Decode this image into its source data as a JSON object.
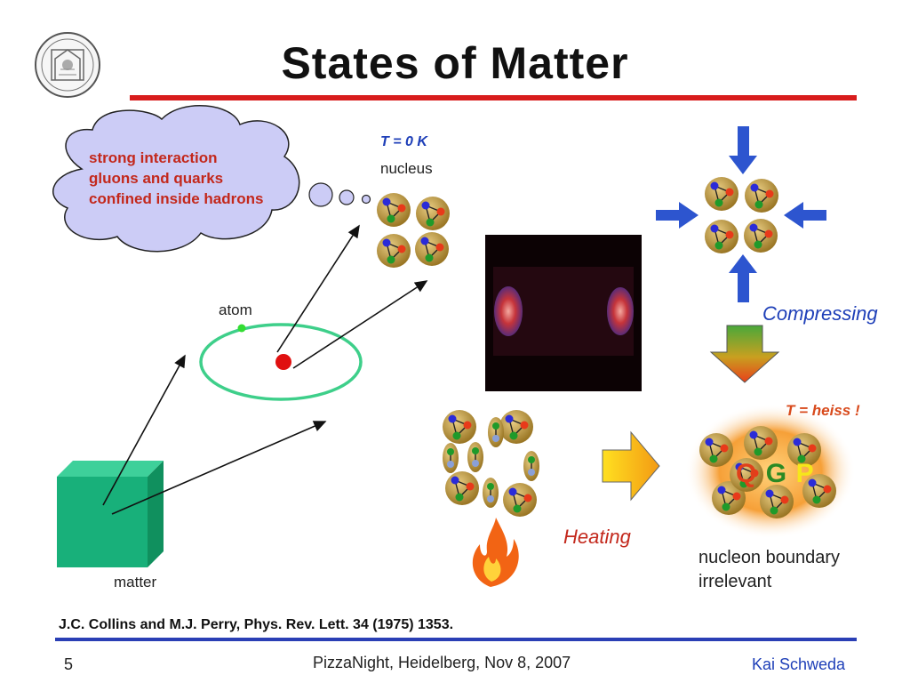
{
  "slide": {
    "title": "States of Matter",
    "thought_bubble": {
      "line1": "strong interaction",
      "line2": "gluons and quarks",
      "line3": "confined inside hadrons"
    },
    "temperature_zero": "T = 0 K",
    "nucleus_label": "nucleus",
    "atom_label": "atom",
    "matter_label": "matter",
    "compressing_label": "Compressing",
    "heating_label": "Heating",
    "temperature_hot": "T = heiss !",
    "qgp": {
      "q": "Q",
      "g": "G",
      "p": "P"
    },
    "nucleon_line1": "nucleon boundary",
    "nucleon_line2": "irrelevant",
    "reference": "J.C. Collins and M.J. Perry, Phys. Rev. Lett. 34 (1975) 1353.",
    "footer": {
      "page_number": "5",
      "event": "PizzaNight, Heidelberg, Nov 8, 2007",
      "author": "Kai Schweda"
    }
  },
  "colors": {
    "title_rule": "#d81c1c",
    "footer_rule": "#2a3fb5",
    "accent_red": "#c3281c",
    "accent_blue": "#1e3fb8",
    "matter_cube": "#18b07a",
    "orbit": "#3ecf8a"
  },
  "icons": [
    "university-seal-icon",
    "flame-icon",
    "arrow-down-icon",
    "arrow-right-icon"
  ]
}
